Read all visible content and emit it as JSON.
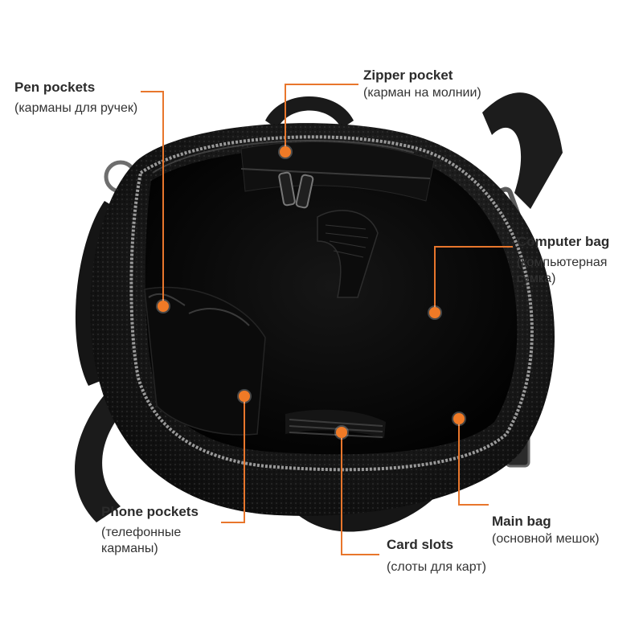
{
  "colors": {
    "accent": "#e8762c",
    "marker": "#f07a26",
    "bag_leather": "#141414",
    "bag_lining": "#050505"
  },
  "labels": {
    "pen_pockets": {
      "title": "Pen pockets",
      "subtitle": "(карманы для ручек)"
    },
    "zipper_pocket": {
      "title": "Zipper pocket",
      "subtitle": "(карман на молнии)"
    },
    "computer_bag": {
      "title": "Computer bag",
      "subtitle": "(компьютерная сумка)"
    },
    "phone_pockets": {
      "title": "Phone pockets",
      "subtitle": "(телефонные карманы)"
    },
    "card_slots": {
      "title": "Card slots",
      "subtitle": "(слоты для карт)"
    },
    "main_bag": {
      "title": "Main bag",
      "subtitle": "(основной мешок)"
    }
  }
}
